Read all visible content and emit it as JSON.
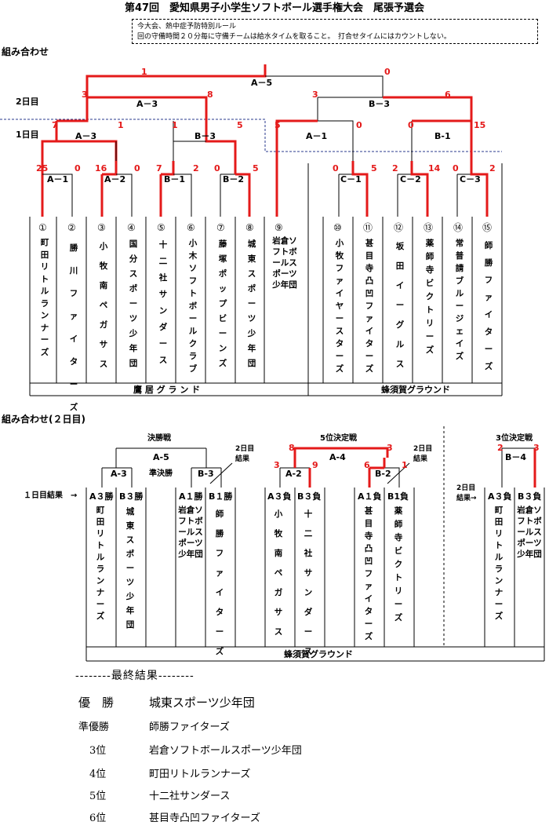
{
  "title": "第47回　愛知県男子小学生ソフトボール選手権大会　尾張予選会",
  "notice": [
    "今大会、熱中症予防特別ルール",
    "回の守備時間２０分毎に守備チームは給水タイムを取ること。　打合せタイムにはカウントしない。"
  ],
  "section1": {
    "heading": "組み合わせ",
    "day2": "2日目",
    "day1": "1日目",
    "final": {
      "label": "A－5",
      "left": "1",
      "right": "0"
    },
    "semis": [
      {
        "label": "A－3",
        "left": "3",
        "right": "8"
      },
      {
        "label": "B－3",
        "left": "3",
        "right": "6"
      }
    ],
    "r2": [
      {
        "label": "A－3",
        "left": "7",
        "right": "1"
      },
      {
        "label": "B－3",
        "left": "1",
        "right": "5"
      },
      {
        "label": "A－1",
        "left": "5",
        "right": "0"
      },
      {
        "label": "B-1",
        "left": "0",
        "right": "15"
      }
    ],
    "r1": [
      {
        "label": "A－1",
        "left": "25",
        "right": "0"
      },
      {
        "label": "A－2",
        "left": "16",
        "right": "0"
      },
      {
        "label": "B－1",
        "left": "7",
        "right": "2"
      },
      {
        "label": "B－2",
        "left": "0",
        "right": "5"
      },
      {
        "label": "C－1",
        "left": "0",
        "right": "5"
      },
      {
        "label": "C－2",
        "left": "2",
        "right": "14"
      },
      {
        "label": "C－3",
        "left": "0",
        "right": "2"
      }
    ],
    "teams": [
      {
        "num": "①",
        "name": "町田リトルランナーズ"
      },
      {
        "num": "②",
        "name": "勝川ファイターズ"
      },
      {
        "num": "③",
        "name": "小牧南ペガサス"
      },
      {
        "num": "④",
        "name": "国分スポーツ少年団"
      },
      {
        "num": "⑤",
        "name": "十二社サンダース"
      },
      {
        "num": "⑥",
        "name": "小木ソフトボールクラブ"
      },
      {
        "num": "⑦",
        "name": "藤塚ポップビーンズ"
      },
      {
        "num": "⑧",
        "name": "城東スポーツ少年団"
      },
      {
        "num": "⑨",
        "name": "岩倉ソフトボールスポーツ少年団"
      },
      {
        "num": "⑩",
        "name": "小牧ファイヤースターズ"
      },
      {
        "num": "⑪",
        "name": "甚目寺凸凹ファイターズ"
      },
      {
        "num": "⑫",
        "name": "坂田イーグルス"
      },
      {
        "num": "⑬",
        "name": "薬師寺ビクトリーズ"
      },
      {
        "num": "⑭",
        "name": "常普請ブルージェイズ"
      },
      {
        "num": "⑮",
        "name": "師勝ファイターズ"
      }
    ],
    "grounds": [
      "鷹 居 グ ラ ン ド",
      "蜂須賀グラウンド"
    ]
  },
  "section2": {
    "heading": "組み合わせ(２日目)",
    "final_title": "決勝戦",
    "final_label": "A-5",
    "semi_title": "準決勝",
    "semis": [
      {
        "label": "A-3"
      },
      {
        "label": "B-3"
      }
    ],
    "fifth_title": "5位決定戦",
    "fifth": {
      "label": "A-4",
      "left": "8",
      "right": "3"
    },
    "fifth_semis": [
      {
        "label": "A-2",
        "left": "3",
        "right": "9"
      },
      {
        "label": "B-2",
        "left": "6",
        "right": "1"
      }
    ],
    "third_title": "3位決定戦",
    "third": {
      "label": "B－4",
      "left": "2",
      "right": "3"
    },
    "day1_results": "１日目結果　→",
    "day2_results_a": "2日目\n結果",
    "day2_results_b": "2日目\n結果",
    "day2_results_c": "2日目\n結果→",
    "slots": [
      {
        "slot": "A３勝",
        "name": "町田リトルランナーズ"
      },
      {
        "slot": "B３勝",
        "name": "城東スポーツ少年団"
      },
      {
        "slot": "A１勝",
        "name": "岩倉ソフトボールスポーツ少年団"
      },
      {
        "slot": "B１勝",
        "name": "師勝ファイターズ"
      },
      {
        "slot": "A３負",
        "name": "小牧南ペガサス"
      },
      {
        "slot": "B３負",
        "name": "十二社サンダース"
      },
      {
        "slot": "A１負",
        "name": "甚目寺凸凹ファイターズ"
      },
      {
        "slot": "B1負",
        "name": "薬師寺ビクトリーズ"
      },
      {
        "slot": "A３負",
        "name": "町田リトルランナーズ"
      },
      {
        "slot": "B３負",
        "name": "岩倉ソフトボールスポーツ少年団"
      }
    ],
    "ground": "蜂須賀グラウンド"
  },
  "results": {
    "heading": "--------最終結果--------",
    "rows": [
      {
        "rank": "優　勝",
        "team": "城東スポーツ少年団"
      },
      {
        "rank": "準優勝",
        "team": "師勝ファイターズ"
      },
      {
        "rank": "3位",
        "team": "岩倉ソフトボールスポーツ少年団"
      },
      {
        "rank": "4位",
        "team": "町田リトルランナーズ"
      },
      {
        "rank": "5位",
        "team": "十二社サンダース"
      },
      {
        "rank": "6位",
        "team": "甚目寺凸凹ファイターズ"
      }
    ]
  },
  "colors": {
    "winner": "#e41a1a",
    "line": "#000000",
    "dashed_box": "#2a3a8c"
  }
}
